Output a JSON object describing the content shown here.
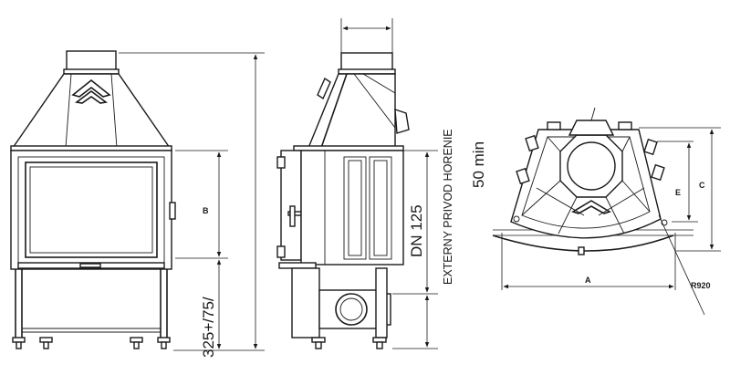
{
  "labels": {
    "front_height_dim": "B",
    "front_base_dim": "325+/75/",
    "side_flue_dim": "DN 125",
    "side_air_dim": "EXTERNY PRIVOD HORENIE",
    "side_clearance_dim": "50 min",
    "top_width_dim": "A",
    "top_depth_c": "C",
    "top_depth_e": "E",
    "top_radius": "R920"
  }
}
